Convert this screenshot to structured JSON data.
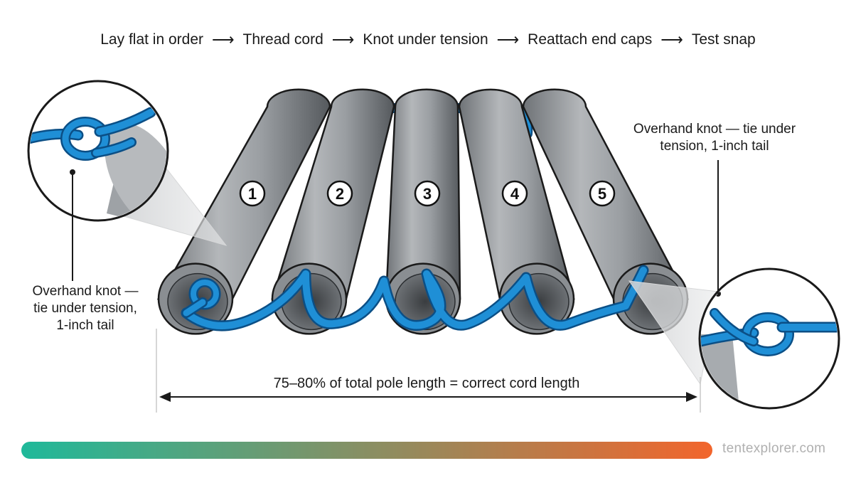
{
  "steps": {
    "items": [
      "Lay flat in order",
      "Thread cord",
      "Knot under tension",
      "Reattach end caps",
      "Test snap"
    ],
    "arrow": "⟶"
  },
  "poles": [
    "1",
    "2",
    "3",
    "4",
    "5"
  ],
  "callout_left": [
    "Overhand knot —",
    "tie under tension,",
    "1-inch tail"
  ],
  "callout_right": [
    "Overhand knot — tie under",
    "tension, 1-inch tail"
  ],
  "dimension_label": "75–80% of total pole length = correct cord length",
  "brand": "tentexplorer.com",
  "colors": {
    "cord": "#1f8fd6",
    "cord_dark": "#0b4f86",
    "pole": "#8e9296",
    "pole_light": "#b9bcbf",
    "pole_dark": "#5e6266",
    "gradient_start": "#1fb99a",
    "gradient_end": "#f2652c"
  }
}
